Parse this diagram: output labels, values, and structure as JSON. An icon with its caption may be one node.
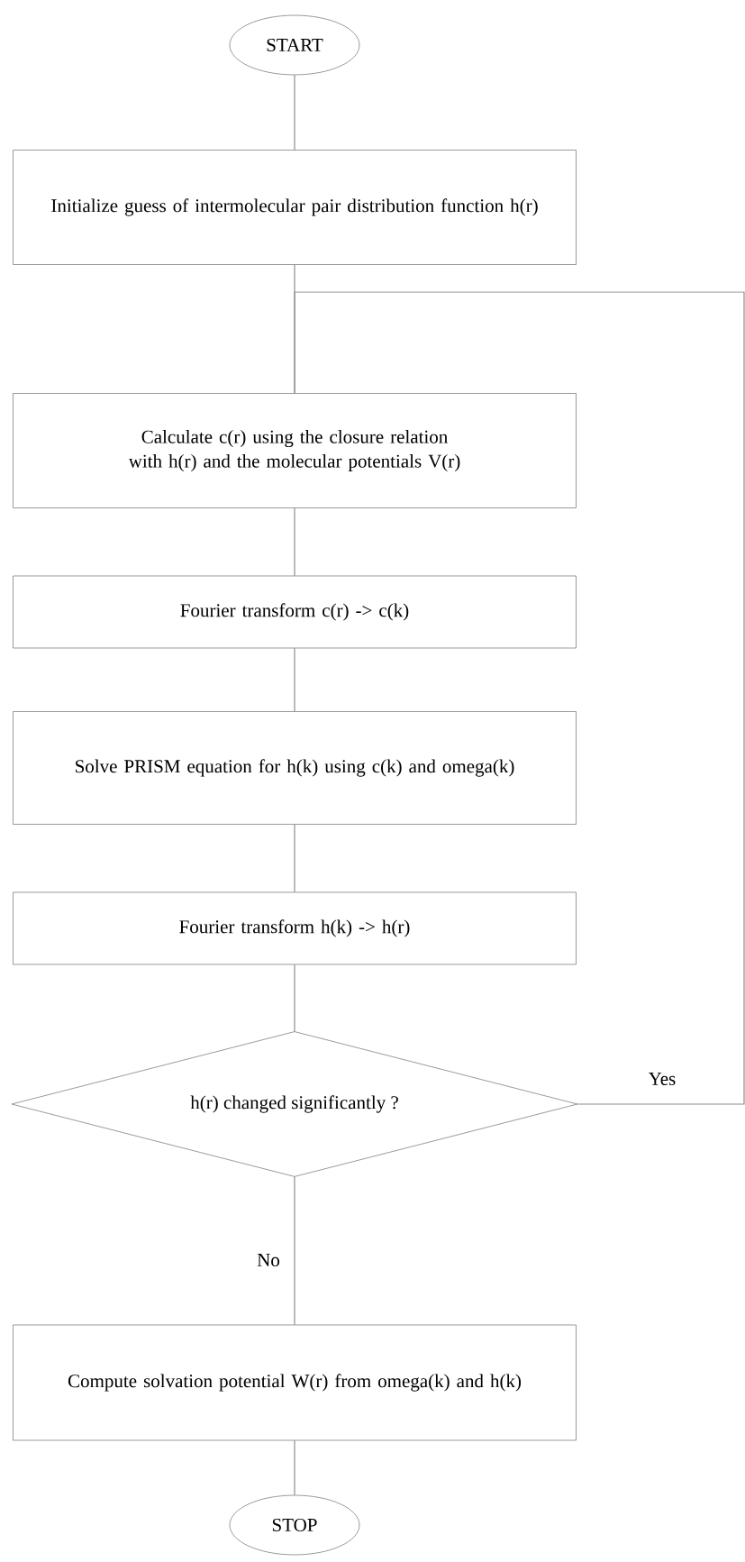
{
  "diagram": {
    "nodes": [
      {
        "text": [
          "START"
        ]
      },
      {
        "text": [
          "Initialize guess of intermolecular pair distribution function h(r)"
        ]
      },
      {
        "text": [
          "Calculate c(r) using the closure relation with h(r) and the molecular potentials V(r)"
        ]
      },
      {
        "text": [
          "Fourier transform c(r) -> c(k)"
        ]
      },
      {
        "text": [
          "Solve PRISM equation for h(k) using c(k) and omega(k)"
        ]
      },
      {
        "text": [
          "Fourier transform h(k) -> h(r)"
        ]
      },
      {
        "text": [
          "h(r) changed significantly ?"
        ]
      },
      {
        "text": [
          "Compute solvation potential W(r) from omega(k) and h(k)"
        ]
      },
      {
        "text": [
          "STOP"
        ]
      }
    ],
    "edges": [
      {
        "from": 0,
        "to": 1,
        "arrow": "none"
      },
      {
        "from": 1,
        "to": 2,
        "arrow": "none"
      },
      {
        "from": 2,
        "to": 3,
        "arrow": "none"
      },
      {
        "from": 3,
        "to": 4,
        "arrow": "none"
      },
      {
        "from": 4,
        "to": 5,
        "arrow": "none"
      },
      {
        "from": 5,
        "to": 6,
        "arrow": "none"
      },
      {
        "from": 6,
        "to": 7,
        "arrow": "none",
        "label": "No"
      },
      {
        "from": 7,
        "to": 8,
        "arrow": "none"
      },
      {
        "from": 6,
        "to": 2,
        "arrow": "none",
        "label": "Yes"
      }
    ]
  }
}
